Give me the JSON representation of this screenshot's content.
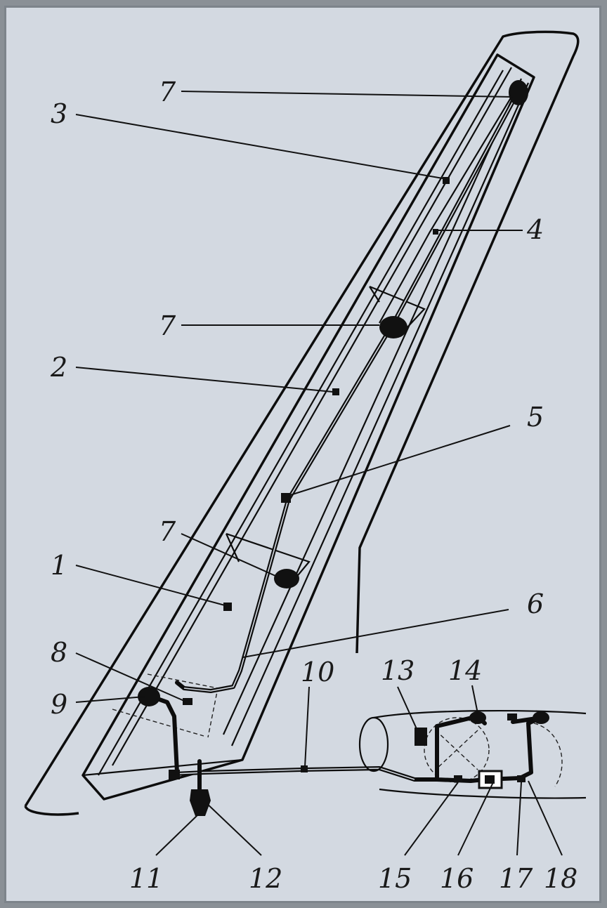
{
  "figure": {
    "background": "#d3d9e1",
    "line_color": "#0d0d0d",
    "callouts": [
      {
        "id": "c7a",
        "text": "7"
      },
      {
        "id": "c3",
        "text": "3"
      },
      {
        "id": "c4",
        "text": "4"
      },
      {
        "id": "c7b",
        "text": "7"
      },
      {
        "id": "c2",
        "text": "2"
      },
      {
        "id": "c5",
        "text": "5"
      },
      {
        "id": "c7c",
        "text": "7"
      },
      {
        "id": "c1",
        "text": "1"
      },
      {
        "id": "c6",
        "text": "6"
      },
      {
        "id": "c8",
        "text": "8"
      },
      {
        "id": "c10",
        "text": "10"
      },
      {
        "id": "c13",
        "text": "13"
      },
      {
        "id": "c14",
        "text": "14"
      },
      {
        "id": "c9",
        "text": "9"
      },
      {
        "id": "c11",
        "text": "11"
      },
      {
        "id": "c12",
        "text": "12"
      },
      {
        "id": "c15",
        "text": "15"
      },
      {
        "id": "c16",
        "text": "16"
      },
      {
        "id": "c17",
        "text": "17"
      },
      {
        "id": "c18",
        "text": "18"
      }
    ]
  }
}
